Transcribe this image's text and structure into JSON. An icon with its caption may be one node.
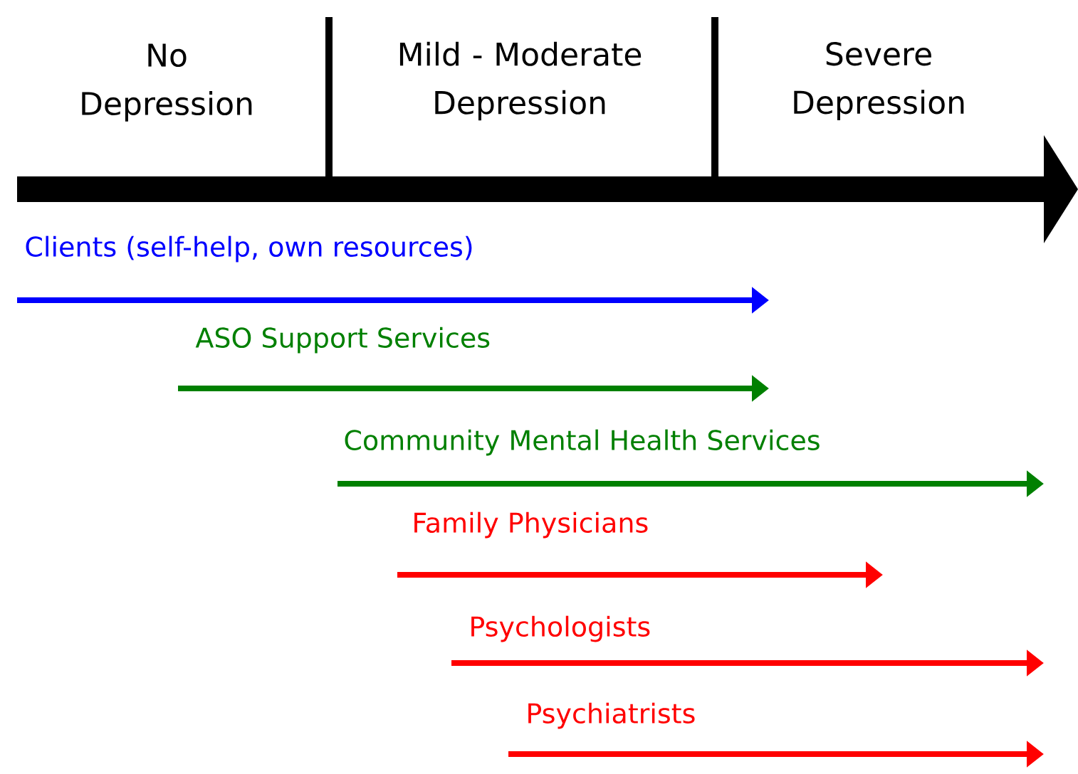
{
  "diagram": {
    "labels": [
      "No Depression",
      "Mild - Moderate Depression",
      "Severe Depression",
      "Clients (self-help, own resources)",
      "ASO Support Services",
      "Community Mental Health Services",
      "Family Physicians",
      "Psychologists",
      "Psychiatrists"
    ]
  }
}
